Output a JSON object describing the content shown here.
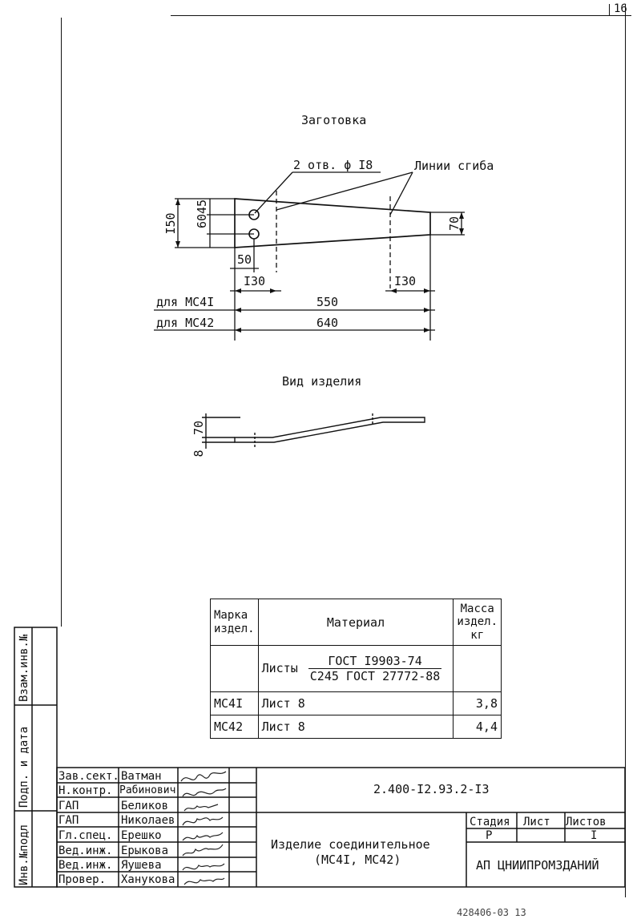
{
  "sheet": {
    "corner_number": "16",
    "footer_stamp": "428406-03 13"
  },
  "blank": {
    "title": "Заготовка",
    "holes_note": "2 отв. ϕ I8",
    "bend_note": "Линии сгиба",
    "dim_150": "I50",
    "dim_60": "60",
    "dim_45": "45",
    "dim_70": "70",
    "dim_50": "50",
    "dim_130_left": "I30",
    "dim_130_right": "I30",
    "row_mc41_label": "для МС4I",
    "row_mc41_value": "550",
    "row_mc42_label": "для МС42",
    "row_mc42_value": "640"
  },
  "product_view": {
    "title": "Вид изделия",
    "dim_70": "70",
    "dim_8": "8"
  },
  "spec_table": {
    "header_mark": "Марка издел.",
    "header_material": "Материал",
    "header_mass": "Масса издел. кг",
    "material_prefix": "Листы",
    "material_numerator": "ГОСТ I9903-74",
    "material_denominator": "С245 ГОСТ 27772-88",
    "rows": [
      {
        "mark": "МС4I",
        "material": "Лист 8",
        "mass": "3,8"
      },
      {
        "mark": "МС42",
        "material": "Лист 8",
        "mass": "4,4"
      }
    ]
  },
  "side_stamp": {
    "inv_number": "Инв.№подл",
    "sign_date": "Подп. и дата",
    "replace_inv": "Взам.инв.№"
  },
  "title_block": {
    "doc_code": "2.400-I2.93.2-I3",
    "product_name_line1": "Изделие соединительное",
    "product_name_line2": "(МС4I, МС42)",
    "stage_header": "Стадия",
    "sheet_header": "Лист",
    "sheets_header": "Листов",
    "stage_value": "Р",
    "sheets_value": "I",
    "organization": "АП ЦНИИПРОМЗДАНИЙ",
    "staff": [
      {
        "role": "Зав.сект.",
        "name": "Ватман"
      },
      {
        "role": "Н.контр.",
        "name": "Рабинович"
      },
      {
        "role": "ГАП",
        "name": "Беликов"
      },
      {
        "role": "ГАП",
        "name": "Николаев"
      },
      {
        "role": "Гл.спец.",
        "name": "Ерешко"
      },
      {
        "role": "Вед.инж.",
        "name": "Ерыкова"
      },
      {
        "role": "Вед.инж.",
        "name": "Яушева"
      },
      {
        "role": "Провер.",
        "name": "Ханукова"
      }
    ]
  }
}
